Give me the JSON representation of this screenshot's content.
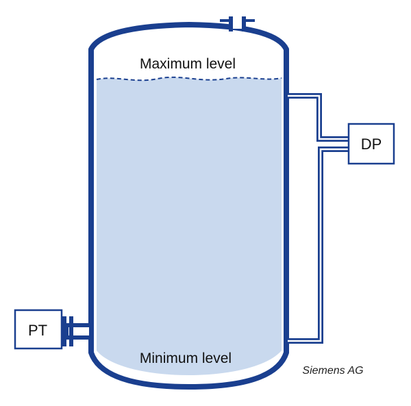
{
  "diagram": {
    "tank": {
      "max_level_label": "Maximum level",
      "min_level_label": "Minimum level"
    },
    "instruments": {
      "pt_label": "PT",
      "dp_label": "DP"
    },
    "credit": "Siemens AG"
  },
  "colors": {
    "vessel_outline": "#1a3f8f",
    "liquid_fill": "#c9d9ee",
    "pipe_inner": "#ffffff",
    "instrument_fill": "#ffffff",
    "text": "#111111"
  }
}
